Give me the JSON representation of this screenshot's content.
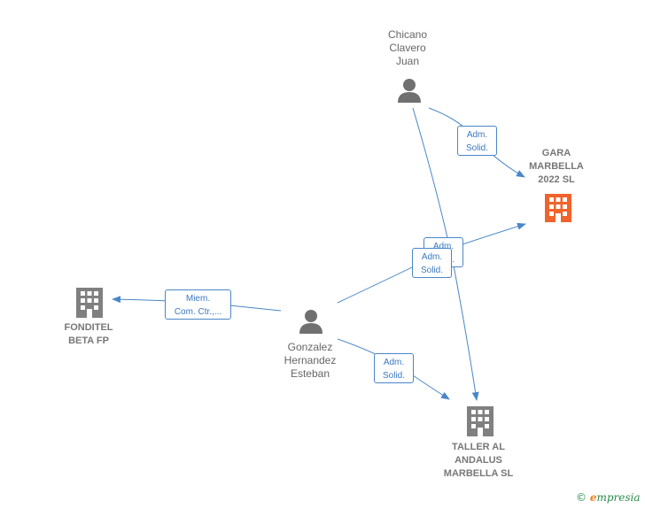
{
  "nodes": {
    "chicano": {
      "label": "Chicano\nClavero\nJuan",
      "type": "person"
    },
    "gonzalez": {
      "label": "Gonzalez\nHernandez\nEsteban",
      "type": "person"
    },
    "gara": {
      "label": "GARA\nMARBELLA\n2022  SL",
      "type": "company",
      "highlight": true
    },
    "fonditel": {
      "label": "FONDITEL\nBETA FP",
      "type": "company"
    },
    "taller": {
      "label": "TALLER AL\nANDALUS\nMARBELLA  SL",
      "type": "company"
    }
  },
  "edges": {
    "chicano_gara": "Adm.\nSolid.",
    "chicano_taller_hidden": "Adm.\nSolid.",
    "gonzalez_gara": "Adm.\nSolid.",
    "gonzalez_fonditel": "Miem.\nCom. Ctr.,...",
    "gonzalez_taller": "Adm.\nSolid."
  },
  "colors": {
    "edge": "#4a86c8",
    "person_icon": "#707070",
    "company_icon": "#808080",
    "company_highlight": "#f0632b"
  },
  "brand": {
    "copyright": "©",
    "name_initial": "e",
    "name_rest": "mpresia"
  }
}
